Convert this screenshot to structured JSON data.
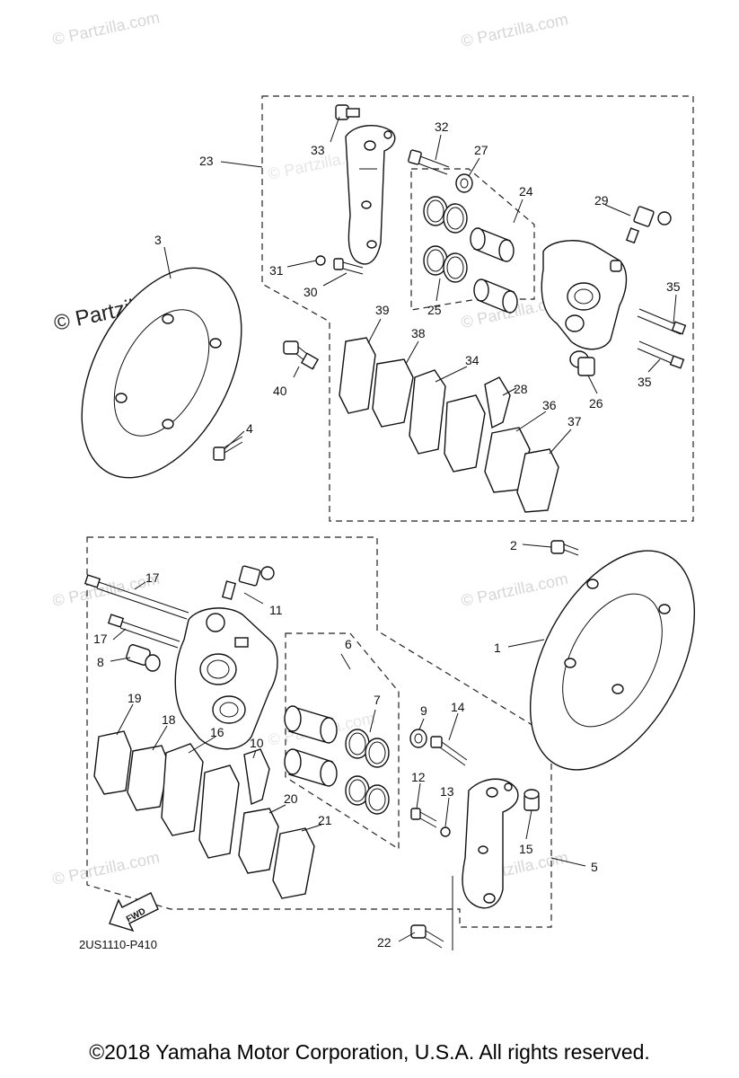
{
  "watermarks": [
    "© Partzilla.com",
    "© Partzilla.com",
    "© Partzilla.com",
    "© Partzilla.com",
    "© Partzilla.com",
    "© Partzilla.com",
    "© Partzilla.com",
    "© Partzilla.com",
    "© Partzilla.com"
  ],
  "watermark_main": "© Partzilla.com",
  "diagram_code": "2US1110-P410",
  "fwd_label": "FWD",
  "copyright": "©2018  Yamaha Motor Corporation, U.S.A. All rights reserved.",
  "callouts": [
    "1",
    "2",
    "3",
    "4",
    "5",
    "6",
    "7",
    "8",
    "9",
    "10",
    "11",
    "12",
    "13",
    "14",
    "15",
    "16",
    "17",
    "17",
    "18",
    "19",
    "20",
    "21",
    "22",
    "23",
    "24",
    "25",
    "26",
    "27",
    "28",
    "29",
    "30",
    "31",
    "32",
    "33",
    "34",
    "35",
    "35",
    "36",
    "37",
    "38",
    "39",
    "40"
  ]
}
